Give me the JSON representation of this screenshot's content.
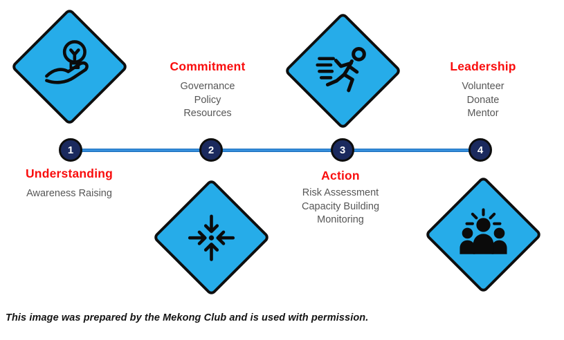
{
  "colors": {
    "diamond_fill": "#26ACE9",
    "diamond_border": "#0e0e0e",
    "line_color": "#1B7CD4",
    "circle_fill": "#1B2A5E",
    "circle_border": "#0d0d0d",
    "circle_number": "#ffffff",
    "heading_color": "#F90D0D",
    "subtext_color": "#565656",
    "caption_color": "#141414"
  },
  "diagram": {
    "type": "process-timeline",
    "steps": [
      {
        "number": "1",
        "title": "Understanding",
        "items": [
          "Awareness Raising"
        ],
        "icon": "hand-holding-lightbulb-icon",
        "icon_position": "above-line",
        "text_position": "below-line"
      },
      {
        "number": "2",
        "title": "Commitment",
        "items": [
          "Governance",
          "Policy",
          "Resources"
        ],
        "icon": "converging-arrows-icon",
        "icon_position": "below-line",
        "text_position": "above-line"
      },
      {
        "number": "3",
        "title": "Action",
        "items": [
          "Risk Assessment",
          "Capacity Building",
          "Monitoring"
        ],
        "icon": "running-person-icon",
        "icon_position": "above-line",
        "text_position": "below-line"
      },
      {
        "number": "4",
        "title": "Leadership",
        "items": [
          "Volunteer",
          "Donate",
          "Mentor"
        ],
        "icon": "team-with-leader-icon",
        "icon_position": "below-line",
        "text_position": "above-line"
      }
    ]
  },
  "caption": "This image was prepared by the Mekong Club and is used with permission."
}
